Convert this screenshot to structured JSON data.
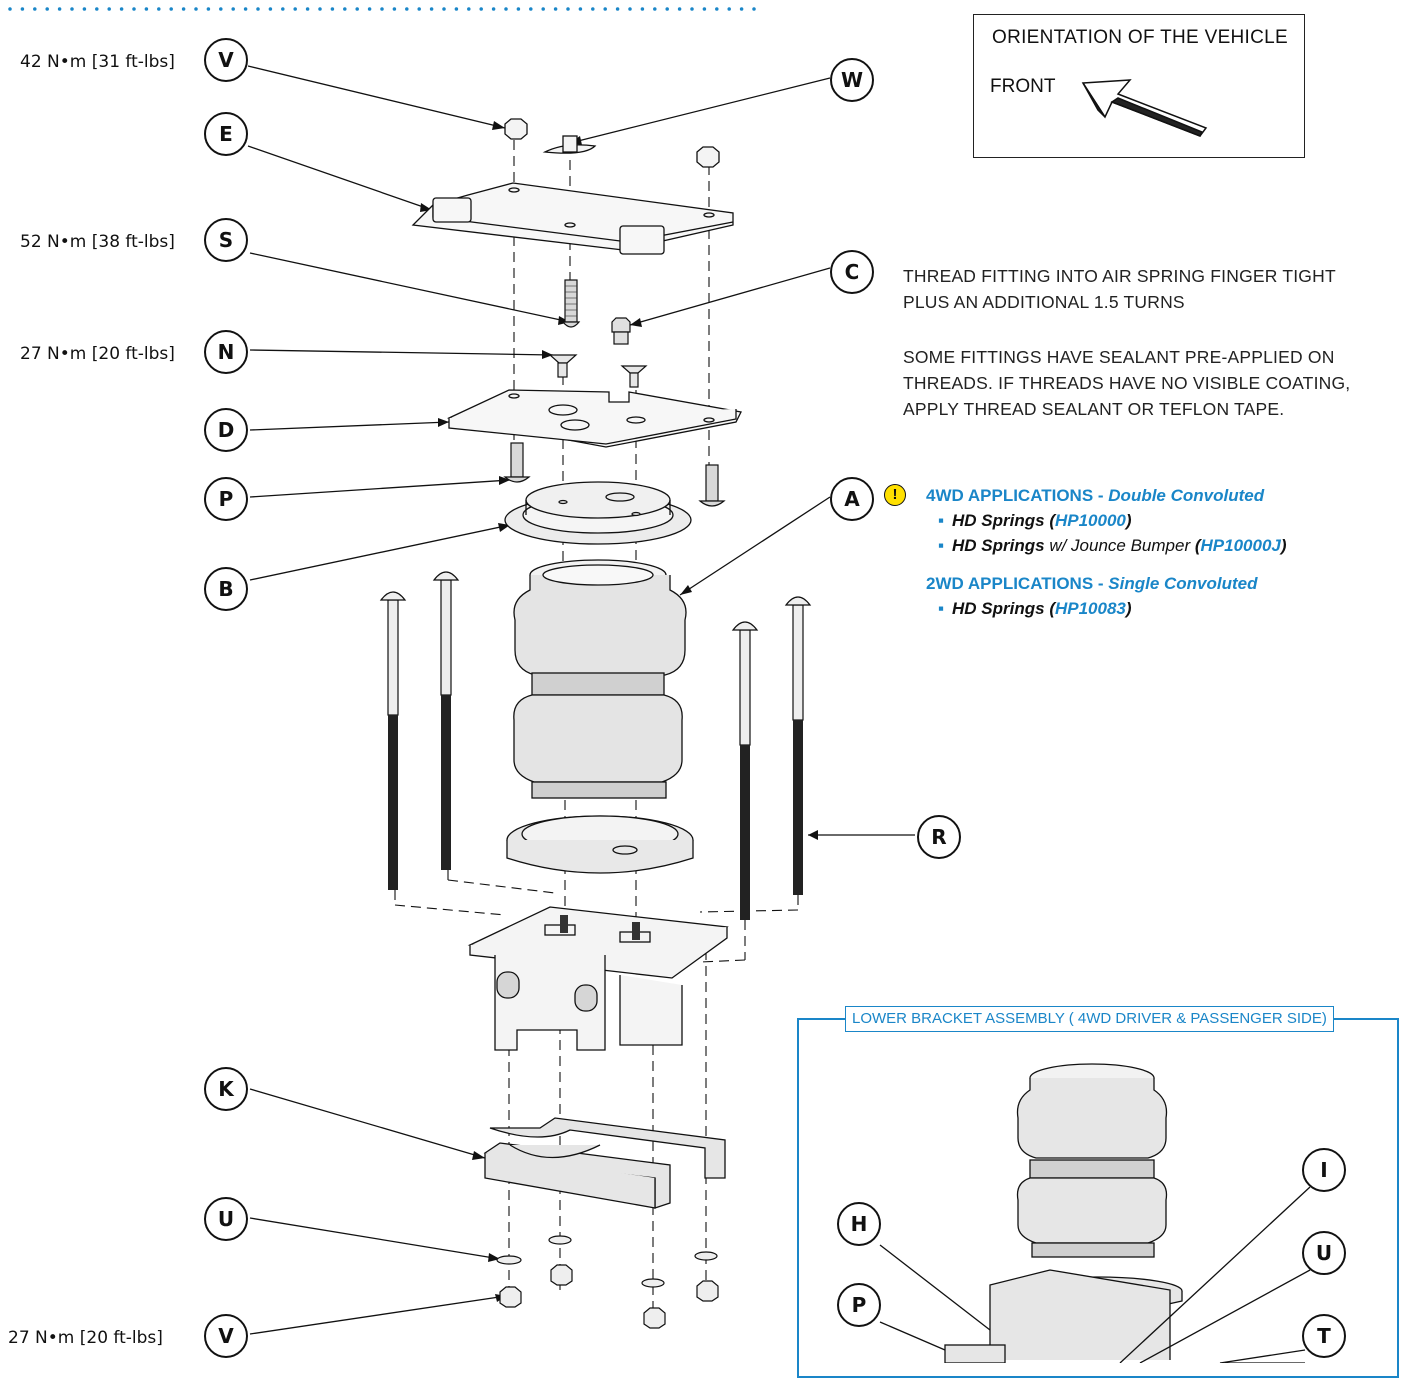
{
  "torque_labels": {
    "v_top": "42 N•m [31 ft-lbs]",
    "s": "52 N•m [38 ft-lbs]",
    "n": "27 N•m [20 ft-lbs]",
    "v_bottom": "27 N•m [20 ft-lbs]"
  },
  "callouts": {
    "v_top": "V",
    "w": "W",
    "e": "E",
    "s": "S",
    "c": "C",
    "n": "N",
    "d": "D",
    "p": "P",
    "a": "A",
    "b": "B",
    "r": "R",
    "k": "K",
    "u": "U",
    "v_bottom": "V",
    "lower_h": "H",
    "lower_i": "I",
    "lower_u": "U",
    "lower_p": "P",
    "lower_t": "T"
  },
  "orientation": {
    "title": "ORIENTATION OF THE VEHICLE",
    "front": "FRONT"
  },
  "notes": {
    "fitting": [
      "THREAD FITTING INTO AIR SPRING FINGER TIGHT",
      "PLUS AN ADDITIONAL 1.5 TURNS"
    ],
    "sealant": [
      "SOME FITTINGS HAVE SEALANT PRE-APPLIED ON",
      "THREADS. IF THREADS HAVE NO VISIBLE COATING,",
      "APPLY THREAD SEALANT OR TEFLON TAPE."
    ]
  },
  "applications": {
    "warning_glyph": "!",
    "wd4": {
      "label": "4WD APPLICATIONS",
      "dash": " - ",
      "type": "Double Convoluted",
      "items": [
        {
          "name": "HD Springs",
          "open": " (",
          "part": "HP10000",
          "close": ")"
        },
        {
          "name": "HD Springs",
          "extra": " w/ Jounce Bumper ",
          "open": " (",
          "part": "HP10000J",
          "close": ")"
        }
      ]
    },
    "wd2": {
      "label": "2WD APPLICATIONS",
      "dash": " - ",
      "type": "Single Convoluted",
      "items": [
        {
          "name": "HD Springs",
          "open": " (",
          "part": "HP10083",
          "close": ")"
        }
      ]
    }
  },
  "lower_bracket_title": "LOWER BRACKET ASSEMBLY ( 4WD DRIVER & PASSENGER SIDE)",
  "colors": {
    "accent": "#1a86c8",
    "warning": "#ffe000"
  }
}
